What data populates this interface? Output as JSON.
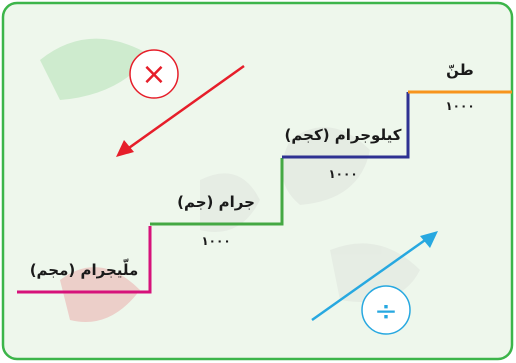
{
  "units": [
    {
      "label": "ملّيجرام (مجم)",
      "factor": "",
      "color": "#d6127a"
    },
    {
      "label": "جرام (جم)",
      "factor": "١٠٠٠",
      "color": "#44a843"
    },
    {
      "label": "كيلوجرام (كجم)",
      "factor": "١٠٠٠",
      "color": "#2e3192"
    },
    {
      "label": "طنّ",
      "factor": "١٠٠٠",
      "color": "#f7941d"
    }
  ],
  "operations": {
    "multiply": {
      "symbol": "×",
      "color": "#e61e2a",
      "icon": "multiply-icon"
    },
    "divide": {
      "symbol": "÷",
      "color": "#27a8e0",
      "icon": "divide-icon"
    }
  },
  "colors": {
    "frame": "#3cb54a",
    "background": "#eef7ec"
  }
}
